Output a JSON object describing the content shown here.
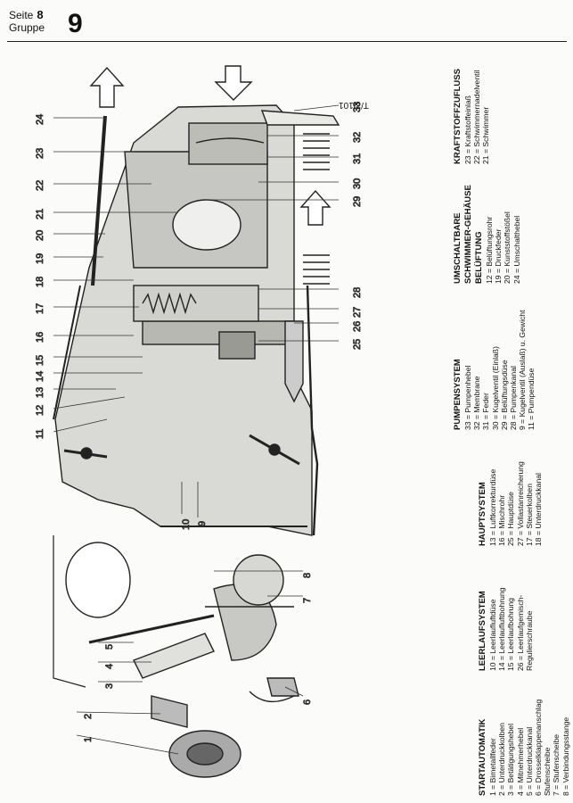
{
  "header": {
    "seite_label": "Seite",
    "seite_num": "8",
    "gruppe_label": "Gruppe",
    "gruppe_num": "9"
  },
  "figure_id": "T/3/101",
  "callouts": [
    "1",
    "2",
    "3",
    "4",
    "5",
    "6",
    "7",
    "8",
    "9",
    "10",
    "11",
    "12",
    "13",
    "14",
    "15",
    "16",
    "17",
    "18",
    "19",
    "20",
    "21",
    "22",
    "23",
    "24",
    "25",
    "26",
    "27",
    "28",
    "29",
    "30",
    "31",
    "32",
    "33"
  ],
  "legends": {
    "startautomatik": {
      "title": "STARTAUTOMATIK",
      "items": [
        "1 = Bimetallfeder",
        "2 = Unterdruckkolben",
        "3 = Betätigungshebel",
        "4 = Mitnehmerhebel",
        "5 = Unterdruckkanal",
        "6 = Drosselklappenanschlag",
        "   Stufenscheibe",
        "7 = Stufenscheibe",
        "8 = Verbindungsstange"
      ]
    },
    "leerlauf": {
      "title": "LEERLAUFSYSTEM",
      "items": [
        "10 = Leerlaufluftdüse",
        "14 = Leerlaufluftbohrung",
        "15 = Leerlaufbohrung",
        "26 = Leerlaufgemisch-",
        "       Regulierschraube"
      ]
    },
    "haupt": {
      "title": "HAUPTSYSTEM",
      "items": [
        "13 = Luftkorrekturdüse",
        "16 = Mischrohr",
        "25 = Hauptdüse",
        "27 = Vollastanreicherung",
        "17 = Steuerkolben",
        "18 = Unterdruckkanal"
      ]
    },
    "pumpen": {
      "title": "PUMPENSYSTEM",
      "items": [
        "33 = Pumpenhebel",
        "32 = Membrane",
        "31 = Feder",
        "30 = Kugelventil (Einlaß)",
        "29 = Belüftungsdüse",
        "28 = Pumpenkanal",
        "9 = Kugelventil (Auslaß) u. Gewicht",
        "11 = Pumpendüse"
      ]
    },
    "schwimmer": {
      "title_lines": [
        "UMSCHALTBARE",
        "SCHWIMMER-GEHÄUSE",
        "BELÜFTUNG"
      ],
      "items": [
        "12 = Belüftungsrohr",
        "19 = Druckfeder",
        "20 = Kunststoffstößel",
        "24 = Umschalthebel"
      ]
    },
    "kraftstoff": {
      "title": "KRAFTSTOFFZUFLUSS",
      "items": [
        "23 = Kraftstoffeinlaß",
        "22 = Schwimmernadelventil",
        "21 = Schwimmer"
      ]
    }
  }
}
